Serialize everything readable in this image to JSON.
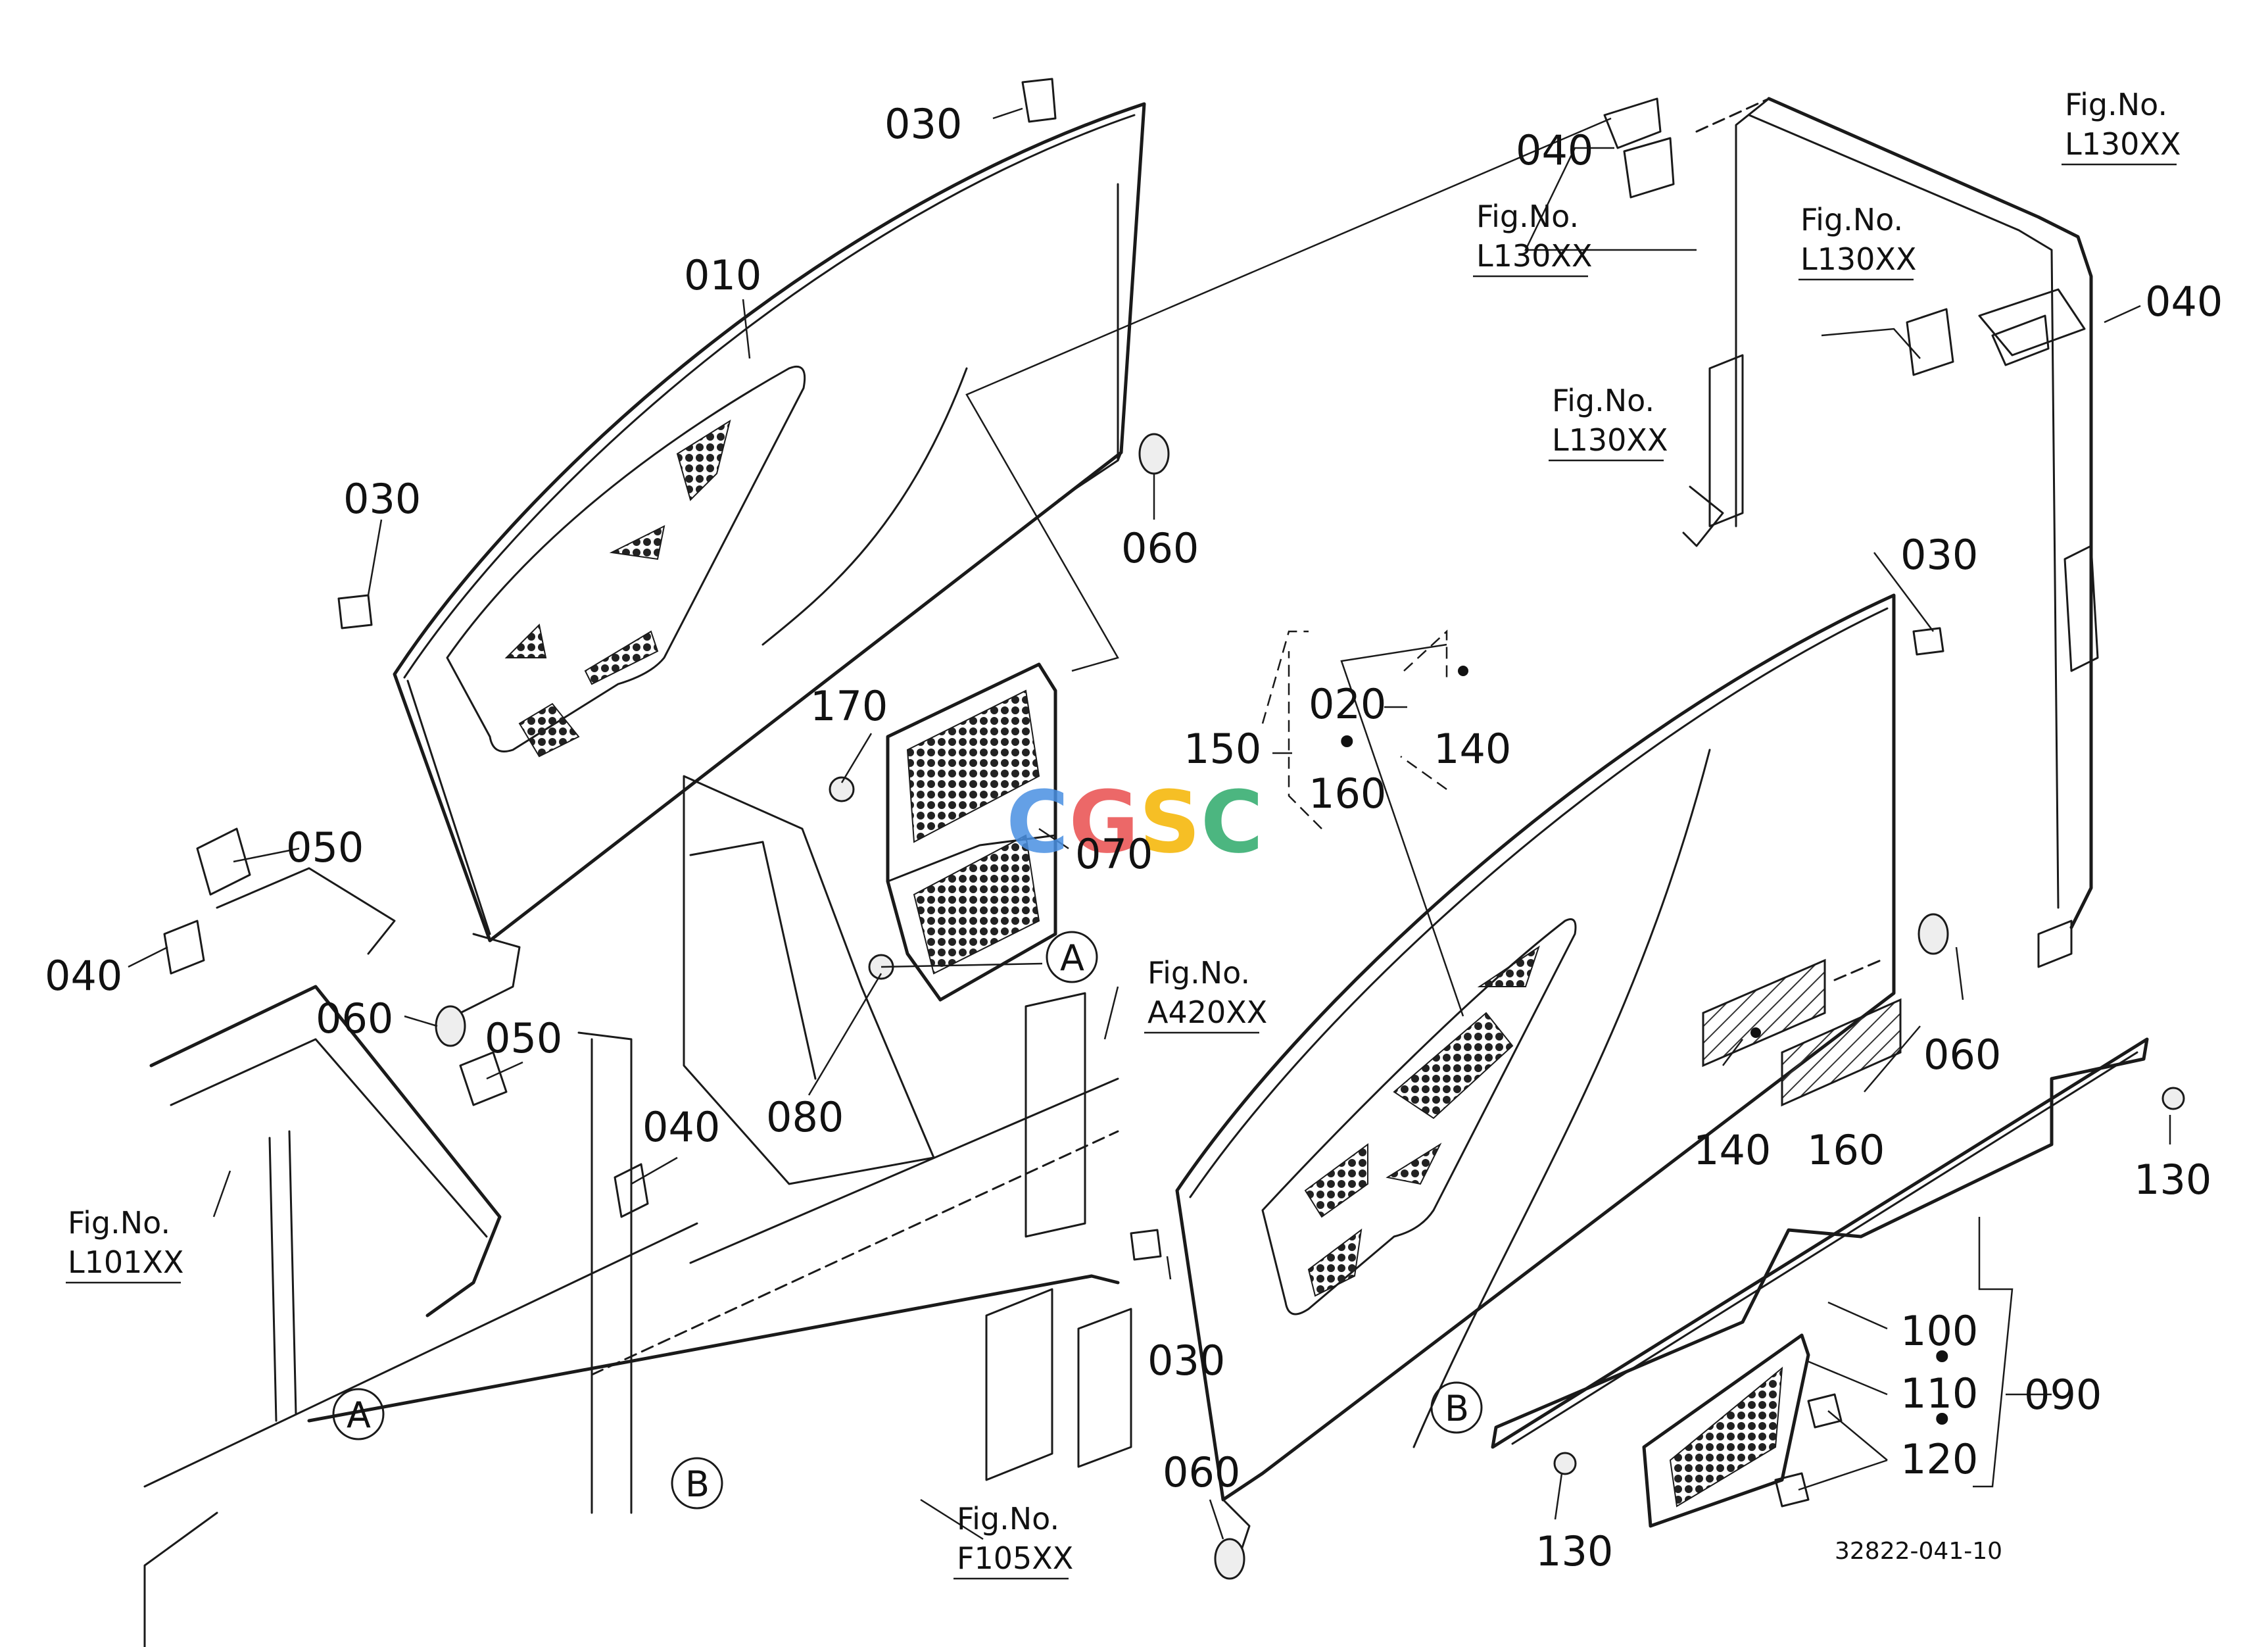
{
  "diagram": {
    "doc_number": "32822-041-10",
    "watermark": {
      "text": "CGSC",
      "colors": [
        "#4a90e2",
        "#e94e4e",
        "#f5b400",
        "#2daa6b"
      ]
    },
    "part_labels": [
      {
        "id": "p030a",
        "text": "030"
      },
      {
        "id": "p010",
        "text": "010"
      },
      {
        "id": "p030b",
        "text": "030"
      },
      {
        "id": "p060a",
        "text": "060"
      },
      {
        "id": "p170",
        "text": "170"
      },
      {
        "id": "p070",
        "text": "070"
      },
      {
        "id": "p050a",
        "text": "050"
      },
      {
        "id": "p040a",
        "text": "040"
      },
      {
        "id": "p060b",
        "text": "060"
      },
      {
        "id": "p050b",
        "text": "050"
      },
      {
        "id": "p040b",
        "text": "040"
      },
      {
        "id": "p080",
        "text": "080"
      },
      {
        "id": "p150",
        "text": "150"
      },
      {
        "id": "p020",
        "text": "020"
      },
      {
        "id": "pdot1",
        "text": "•"
      },
      {
        "id": "p160a",
        "text": "160"
      },
      {
        "id": "p140a",
        "text": "140"
      },
      {
        "id": "p040c",
        "text": "040"
      },
      {
        "id": "p040d",
        "text": "040"
      },
      {
        "id": "p030c",
        "text": "030"
      },
      {
        "id": "p060c",
        "text": "060"
      },
      {
        "id": "p140b",
        "text": "140"
      },
      {
        "id": "p160b",
        "text": "160"
      },
      {
        "id": "p130a",
        "text": "130"
      },
      {
        "id": "p030d",
        "text": "030"
      },
      {
        "id": "p060d",
        "text": "060"
      },
      {
        "id": "p100",
        "text": "100"
      },
      {
        "id": "pdot2",
        "text": "•"
      },
      {
        "id": "p110",
        "text": "110"
      },
      {
        "id": "pdot3",
        "text": "•"
      },
      {
        "id": "p120",
        "text": "120"
      },
      {
        "id": "p090",
        "text": "090"
      },
      {
        "id": "p130b",
        "text": "130"
      }
    ],
    "figure_refs": [
      {
        "id": "f1",
        "line1": "Fig.No.",
        "line2": "L130XX"
      },
      {
        "id": "f2",
        "line1": "Fig.No.",
        "line2": "L130XX"
      },
      {
        "id": "f3",
        "line1": "Fig.No.",
        "line2": "L130XX"
      },
      {
        "id": "f4",
        "line1": "Fig.No.",
        "line2": "L130XX"
      },
      {
        "id": "f5",
        "line1": "Fig.No.",
        "line2": "A420XX"
      },
      {
        "id": "f6",
        "line1": "Fig.No.",
        "line2": "L101XX"
      },
      {
        "id": "f7",
        "line1": "Fig.No.",
        "line2": "F105XX"
      }
    ],
    "view_markers": [
      {
        "id": "mA1",
        "text": "A"
      },
      {
        "id": "mA2",
        "text": "A"
      },
      {
        "id": "mB1",
        "text": "B"
      },
      {
        "id": "mB2",
        "text": "B"
      }
    ]
  }
}
